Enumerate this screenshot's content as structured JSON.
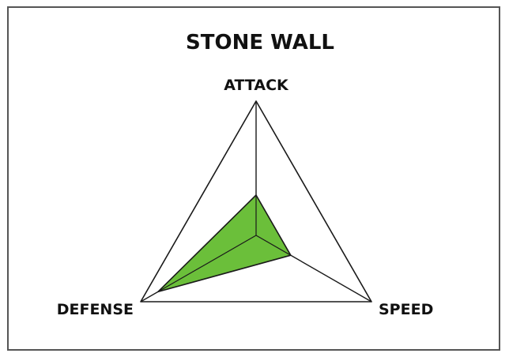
{
  "chart_data": {
    "type": "radar",
    "title": "STONE WALL",
    "axes": [
      "ATTACK",
      "SPEED",
      "DEFENSE"
    ],
    "series": [
      {
        "values": [
          0.3,
          0.3,
          0.85
        ]
      }
    ],
    "range": [
      0,
      1
    ],
    "grid": false,
    "colors": {
      "fill": "#6bbf3a",
      "outline": "#1a1a1a",
      "axis": "#1a1a1a"
    }
  }
}
